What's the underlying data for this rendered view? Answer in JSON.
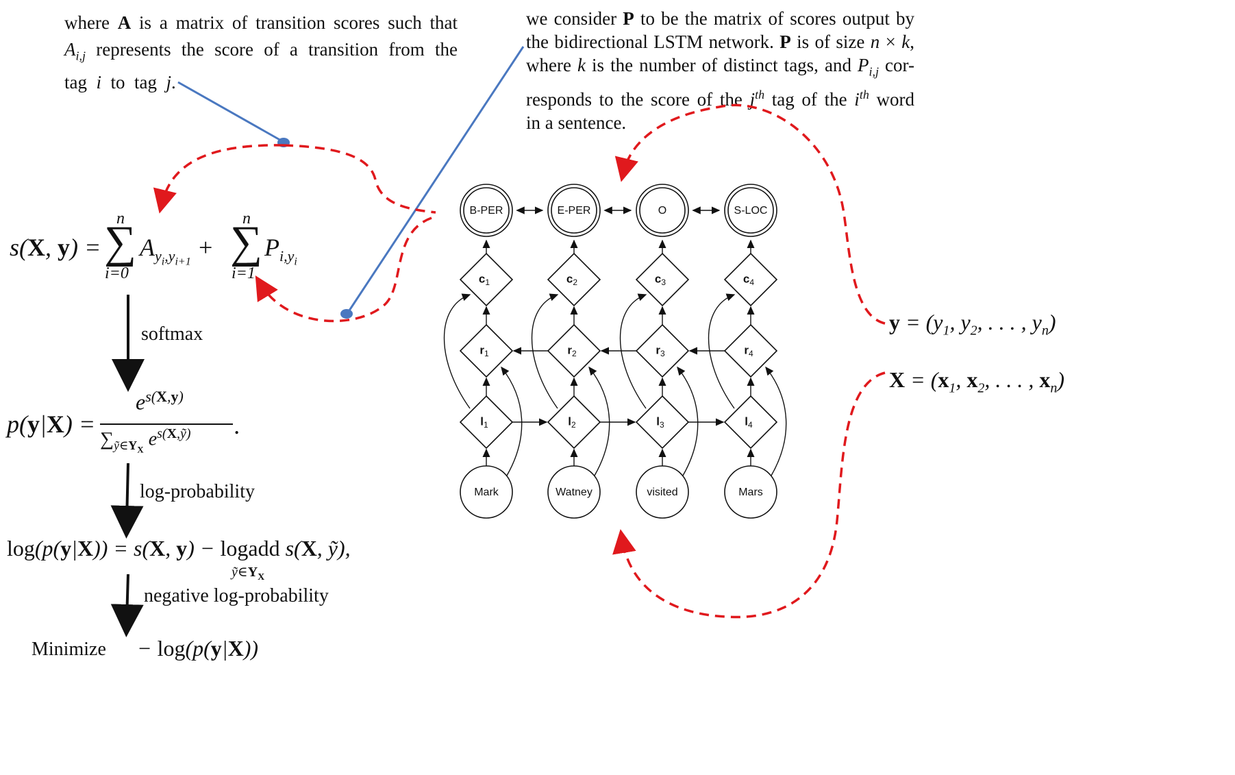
{
  "paragraph_A": [
    "where A is a matrix of transition scores such that",
    "A_i,j represents the score of a transition from the",
    "tag i to tag j."
  ],
  "paragraph_P": [
    "we consider P to be the matrix of scores output by",
    "the bidirectional LSTM network. P is of size n × k,",
    "where k is the number of distinct tags, and P_i,j cor-",
    "responds to the score of the j^th tag of the i^th word",
    "in a sentence."
  ],
  "equations": {
    "score": "s(X, y) = Σ_{i=0}^{n} A_{y_i, y_{i+1}} + Σ_{i=1}^{n} P_{i, y_i}",
    "prob": "p(y|X) = e^{s(X,y)} / Σ_{ỹ∈Y_X} e^{s(X,ỹ)}.",
    "logprob": "log(p(y|X)) = s(X, y) − logadd_{ỹ∈Y_X} s(X, ỹ),",
    "objective": "− log(p(y|X))",
    "y_def": "y = (y1, y2, . . . , yn)",
    "x_def": "X = (x1, x2, . . . , xn)"
  },
  "steps": {
    "softmax": "softmax",
    "logprob": "log-probability",
    "neglogprob": "negative log-probability",
    "minimize": "Minimize"
  },
  "network": {
    "tags": [
      "B-PER",
      "E-PER",
      "O",
      "S-LOC"
    ],
    "crf": [
      "c1",
      "c2",
      "c3",
      "c4"
    ],
    "backward": [
      "r1",
      "r2",
      "r3",
      "r4"
    ],
    "forward": [
      "l1",
      "l2",
      "l3",
      "l4"
    ],
    "words": [
      "Mark",
      "Watney",
      "visited",
      "Mars"
    ]
  },
  "colors": {
    "pointer_line": "#4a78c0",
    "dashed_arrow": "#e0191d",
    "ink": "#111111"
  }
}
